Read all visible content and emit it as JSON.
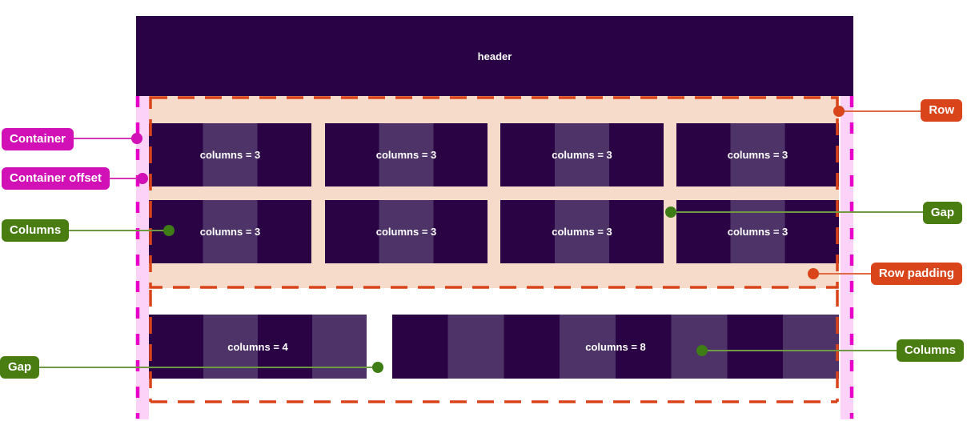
{
  "header": {
    "label": "header"
  },
  "grid": {
    "row1": {
      "blocks": [
        {
          "label": "columns = 3",
          "columns": 3
        },
        {
          "label": "columns = 3",
          "columns": 3
        },
        {
          "label": "columns = 3",
          "columns": 3
        },
        {
          "label": "columns = 3",
          "columns": 3
        },
        {
          "label": "columns = 3",
          "columns": 3
        },
        {
          "label": "columns = 3",
          "columns": 3
        },
        {
          "label": "columns = 3",
          "columns": 3
        },
        {
          "label": "columns = 3",
          "columns": 3
        }
      ]
    },
    "row2": {
      "blocks": [
        {
          "label": "columns = 4",
          "columns": 4
        },
        {
          "label": "columns = 8",
          "columns": 8
        }
      ]
    }
  },
  "annotations": {
    "container": {
      "label": "Container"
    },
    "container_offset": {
      "label": "Container offset"
    },
    "columns_left": {
      "label": "Columns"
    },
    "gap_left": {
      "label": "Gap"
    },
    "row": {
      "label": "Row"
    },
    "gap_right": {
      "label": "Gap"
    },
    "row_padding": {
      "label": "Row padding"
    },
    "columns_right": {
      "label": "Columns"
    }
  },
  "colors": {
    "header_bg": "#290245",
    "column_dark": "#2A0345",
    "column_light": "#4D3367",
    "row_background": "#F6DBCB",
    "container_strip": "#FCD2F8",
    "magenta": "#D110B5",
    "magenta_dash": "#E800C8",
    "green": "#4A7D11",
    "green_dot": "#3E7C16",
    "orange": "#D9441A",
    "label_text": "#FFFFFF"
  }
}
